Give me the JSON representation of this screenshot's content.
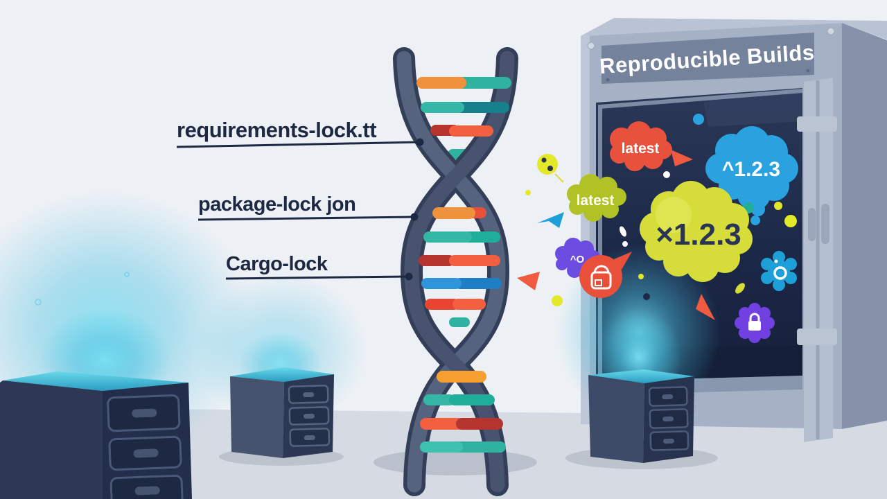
{
  "illustration": {
    "background": {
      "wall_color": "#edf0f5",
      "floor_color": "#d6dbe3"
    },
    "callouts": [
      {
        "label": "requirements-lock.tt"
      },
      {
        "label": "package-lock jon"
      },
      {
        "label": "Cargo-lock"
      }
    ],
    "vault": {
      "plaque_text": "Reproducible Builds",
      "clouds": [
        {
          "text": "latest",
          "color": "#e8513b"
        },
        {
          "text": "^1.2.3",
          "color": "#2aa2df"
        },
        {
          "text": "latest",
          "color": "#b0c226"
        },
        {
          "text": "×1.2.3",
          "color": "#d6dc3a"
        },
        {
          "text": "^O",
          "color": "#6b4be0"
        }
      ],
      "icons": [
        {
          "name": "lock-bubble-icon",
          "color": "#e8503a"
        },
        {
          "name": "ring-flower-icon",
          "color": "#1f9fd8"
        },
        {
          "name": "padlock-flower-icon",
          "color": "#7040e0"
        }
      ]
    },
    "helix": {
      "strand_color_a": "#56637f",
      "strand_color_b": "#47536f",
      "rung_colors": [
        "#f0923c",
        "#2fb3a0",
        "#17808d",
        "#b5352e",
        "#f2603f",
        "#2e96d8",
        "#1f7fc4",
        "#e8503a"
      ]
    },
    "servers": {
      "body_color": "#2c3854",
      "glow_color": "#4cc8e4"
    }
  }
}
